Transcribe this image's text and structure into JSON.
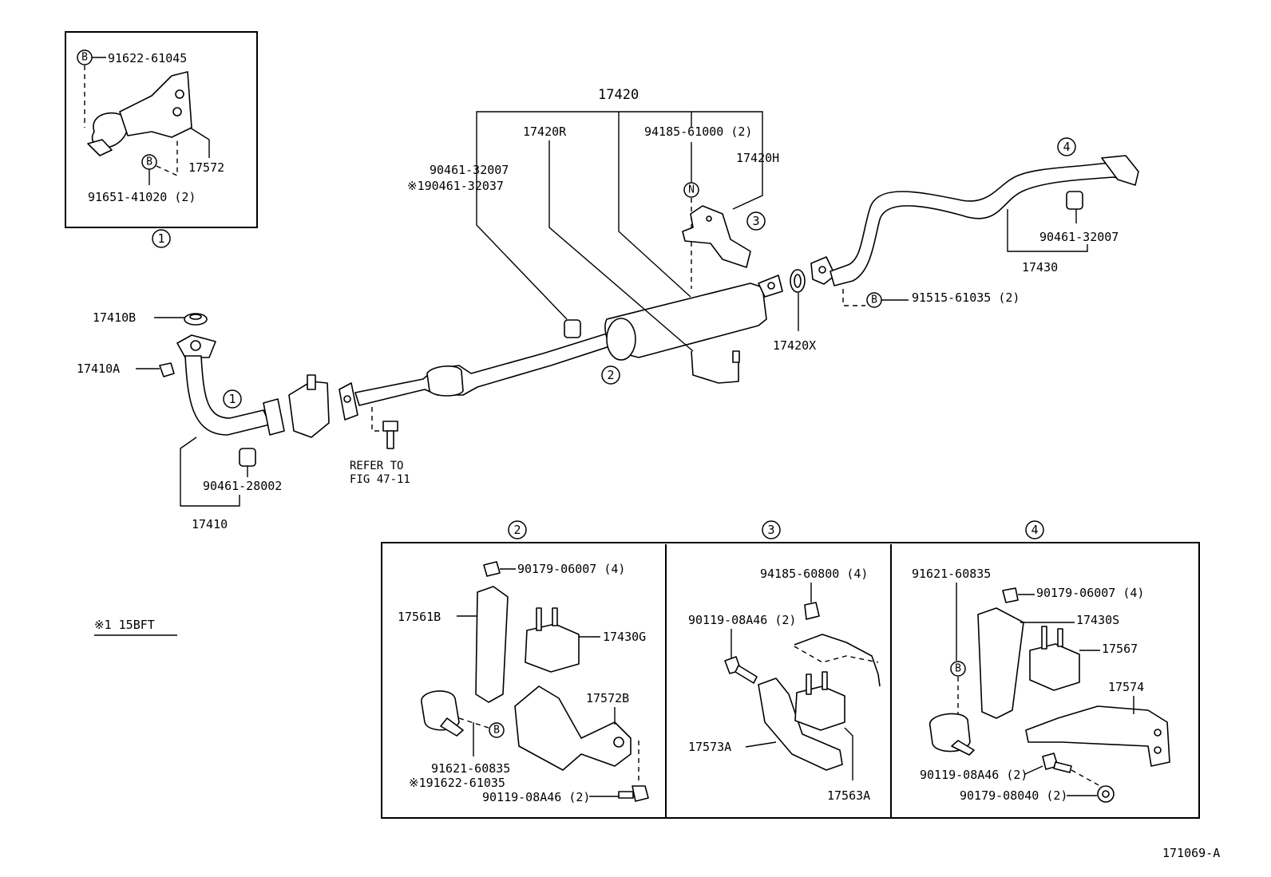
{
  "labels": {
    "p17420": "17420",
    "p17420R": "17420R",
    "p94185_61000": "94185-61000 (2)",
    "p17420H": "17420H",
    "p90461_32007a": "90461-32007",
    "p90461_32037": "※190461-32037",
    "p17430": "17430",
    "p90461_32007b": "90461-32007",
    "p91515_61035": "91515-61035 (2)",
    "p17420X": "17420X",
    "p17410B": "17410B",
    "p17410A": "17410A",
    "p90461_28002": "90461-28002",
    "p17410": "17410",
    "refer_to": "REFER TO",
    "refer_fig": "FIG 47-11",
    "p91622_61045": "91622-61045",
    "p17572": "17572",
    "p91651_41020": "91651-41020 (2)",
    "note": "※1 15BFT",
    "p90179_06007a": "90179-06007 (4)",
    "p17561B": "17561B",
    "p17430G": "17430G",
    "p17572B": "17572B",
    "p91621_60835a": "91621-60835",
    "p91622_61035": "※191622-61035",
    "p90119_08A46a": "90119-08A46 (2)",
    "p94185_60800": "94185-60800 (4)",
    "p90119_08A46b": "90119-08A46 (2)",
    "p17573A": "17573A",
    "p17563A": "17563A",
    "p91621_60835b": "91621-60835",
    "p90179_06007b": "90179-06007 (4)",
    "p17430S": "17430S",
    "p17567": "17567",
    "p17574": "17574",
    "p90119_08A46c": "90119-08A46 (2)",
    "p90179_08040": "90179-08040 (2)",
    "fig_code": "171069-A"
  },
  "tags": {
    "bolt": "B",
    "nut": "N"
  },
  "callouts": {
    "one": "1",
    "two": "2",
    "three": "3",
    "four": "4"
  }
}
